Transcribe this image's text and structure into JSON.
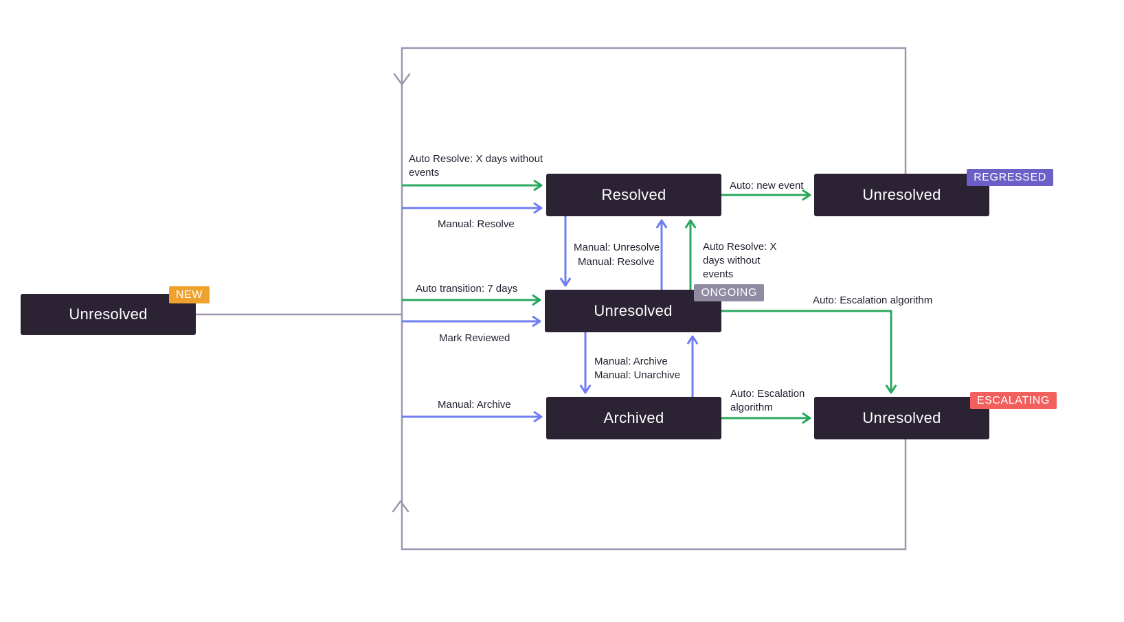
{
  "diagram": {
    "nodes": {
      "new": {
        "label": "Unresolved",
        "badge": "NEW"
      },
      "resolved": {
        "label": "Resolved"
      },
      "regressed": {
        "label": "Unresolved",
        "badge": "REGRESSED"
      },
      "ongoing": {
        "label": "Unresolved",
        "badge": "ONGOING"
      },
      "archived": {
        "label": "Archived"
      },
      "escalating": {
        "label": "Unresolved",
        "badge": "ESCALATING"
      }
    },
    "edges": {
      "new_to_resolved_auto": {
        "label": "Auto Resolve: X days without events",
        "type": "auto"
      },
      "new_to_resolved_manual": {
        "label": "Manual: Resolve",
        "type": "manual"
      },
      "new_to_ongoing_auto": {
        "label": "Auto transition: 7 days",
        "type": "auto"
      },
      "new_to_ongoing_manual": {
        "label": "Mark Reviewed",
        "type": "manual"
      },
      "new_to_archived_manual": {
        "label": "Manual: Archive",
        "type": "manual"
      },
      "resolved_to_ongoing_manual": {
        "label": "Manual: Unresolve",
        "type": "manual"
      },
      "ongoing_to_resolved_manual": {
        "label": "Manual: Resolve",
        "type": "manual"
      },
      "ongoing_to_resolved_auto": {
        "label": "Auto Resolve: X days without events",
        "type": "auto"
      },
      "resolved_to_regressed_auto": {
        "label": "Auto: new event",
        "type": "auto"
      },
      "ongoing_to_escalating_auto": {
        "label": "Auto: Escalation algorithm",
        "type": "auto"
      },
      "ongoing_to_archived_manual": {
        "label": "Manual: Archive",
        "type": "manual"
      },
      "archived_to_ongoing_manual": {
        "label": "Manual: Unarchive",
        "type": "manual"
      },
      "archived_to_escalating_auto": {
        "label": "Auto: Escalation algorithm",
        "type": "auto"
      },
      "regressed_loop_back": {
        "label": "",
        "type": "loop"
      },
      "escalating_loop_back": {
        "label": "",
        "type": "loop"
      }
    },
    "colors": {
      "node_bg": "#2B2233",
      "node_text": "#FFFFFF",
      "auto_edge": "#2BA75D",
      "manual_edge": "#6E7FF2",
      "loop_edge": "#9D96B0",
      "badge_new": "#EFA12D",
      "badge_ongoing": "#918BA1",
      "badge_regressed": "#6C5FC7",
      "badge_escalating": "#F2605E",
      "label_text": "#251E30"
    }
  }
}
